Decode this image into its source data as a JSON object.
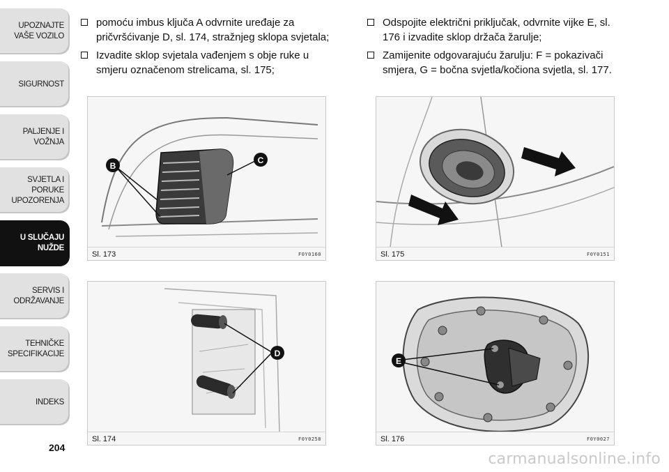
{
  "tabs": [
    {
      "label": "UPOZNAJTE\nVAŠE VOZILO",
      "active": false
    },
    {
      "label": "SIGURNOST",
      "active": false
    },
    {
      "label": "PALJENJE I\nVOŽNJA",
      "active": false
    },
    {
      "label": "SVJETLA I PORUKE\nUPOZORENJA",
      "active": false
    },
    {
      "label": "U SLUČAJU\nNUŽDE",
      "active": true
    },
    {
      "label": "SERVIS I\nODRŽAVANJE",
      "active": false
    },
    {
      "label": "TEHNIČKE\nSPECIFIKACIJE",
      "active": false
    },
    {
      "label": "INDEKS",
      "active": false
    }
  ],
  "page_number": "204",
  "left_column": [
    "pomoću imbus ključa A odvrnite uređaje za pričvršćivanje D, sl. 174, stražnjeg sklopa svjetala;",
    "Izvadite sklop svjetala vađenjem s obje ruke u smjeru označenom strelicama, sl. 175;"
  ],
  "right_column": [
    "Odspojite električni priključak, odvrnite vijke E, sl. 176 i izvadite sklop držača žarulje;",
    "Zamijenite odgovarajuću žarulju: F = pokazivači smjera, G = bočna svjetla/kočiona svjetla, sl. 177."
  ],
  "figures": {
    "fig173": {
      "caption": "Sl. 173",
      "code": "F0Y0160",
      "labels": [
        "B",
        "C"
      ]
    },
    "fig175": {
      "caption": "Sl. 175",
      "code": "F0Y0151",
      "labels": []
    },
    "fig174": {
      "caption": "Sl. 174",
      "code": "F0Y0258",
      "labels": [
        "D"
      ]
    },
    "fig176": {
      "caption": "Sl. 176",
      "code": "F0Y0027",
      "labels": [
        "E"
      ]
    }
  },
  "watermark": "carmanualsonline.info"
}
